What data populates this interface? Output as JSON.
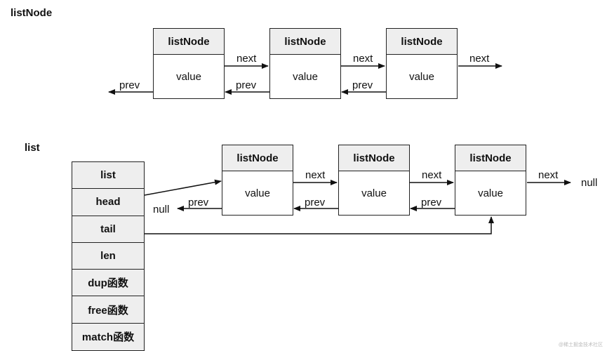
{
  "diagram1": {
    "title": "listNode",
    "nodes": [
      {
        "head": "listNode",
        "body": "value"
      },
      {
        "head": "listNode",
        "body": "value"
      },
      {
        "head": "listNode",
        "body": "value"
      }
    ],
    "next_label": "next",
    "prev_label": "prev"
  },
  "diagram2": {
    "title": "list",
    "struct_fields": [
      "list",
      "head",
      "tail",
      "len",
      "dup函数",
      "free函数",
      "match函数"
    ],
    "nodes": [
      {
        "head": "listNode",
        "body": "value"
      },
      {
        "head": "listNode",
        "body": "value"
      },
      {
        "head": "listNode",
        "body": "value"
      }
    ],
    "next_label": "next",
    "prev_label": "prev",
    "null_label": "null"
  },
  "watermark": "@稀土掘金技术社区"
}
